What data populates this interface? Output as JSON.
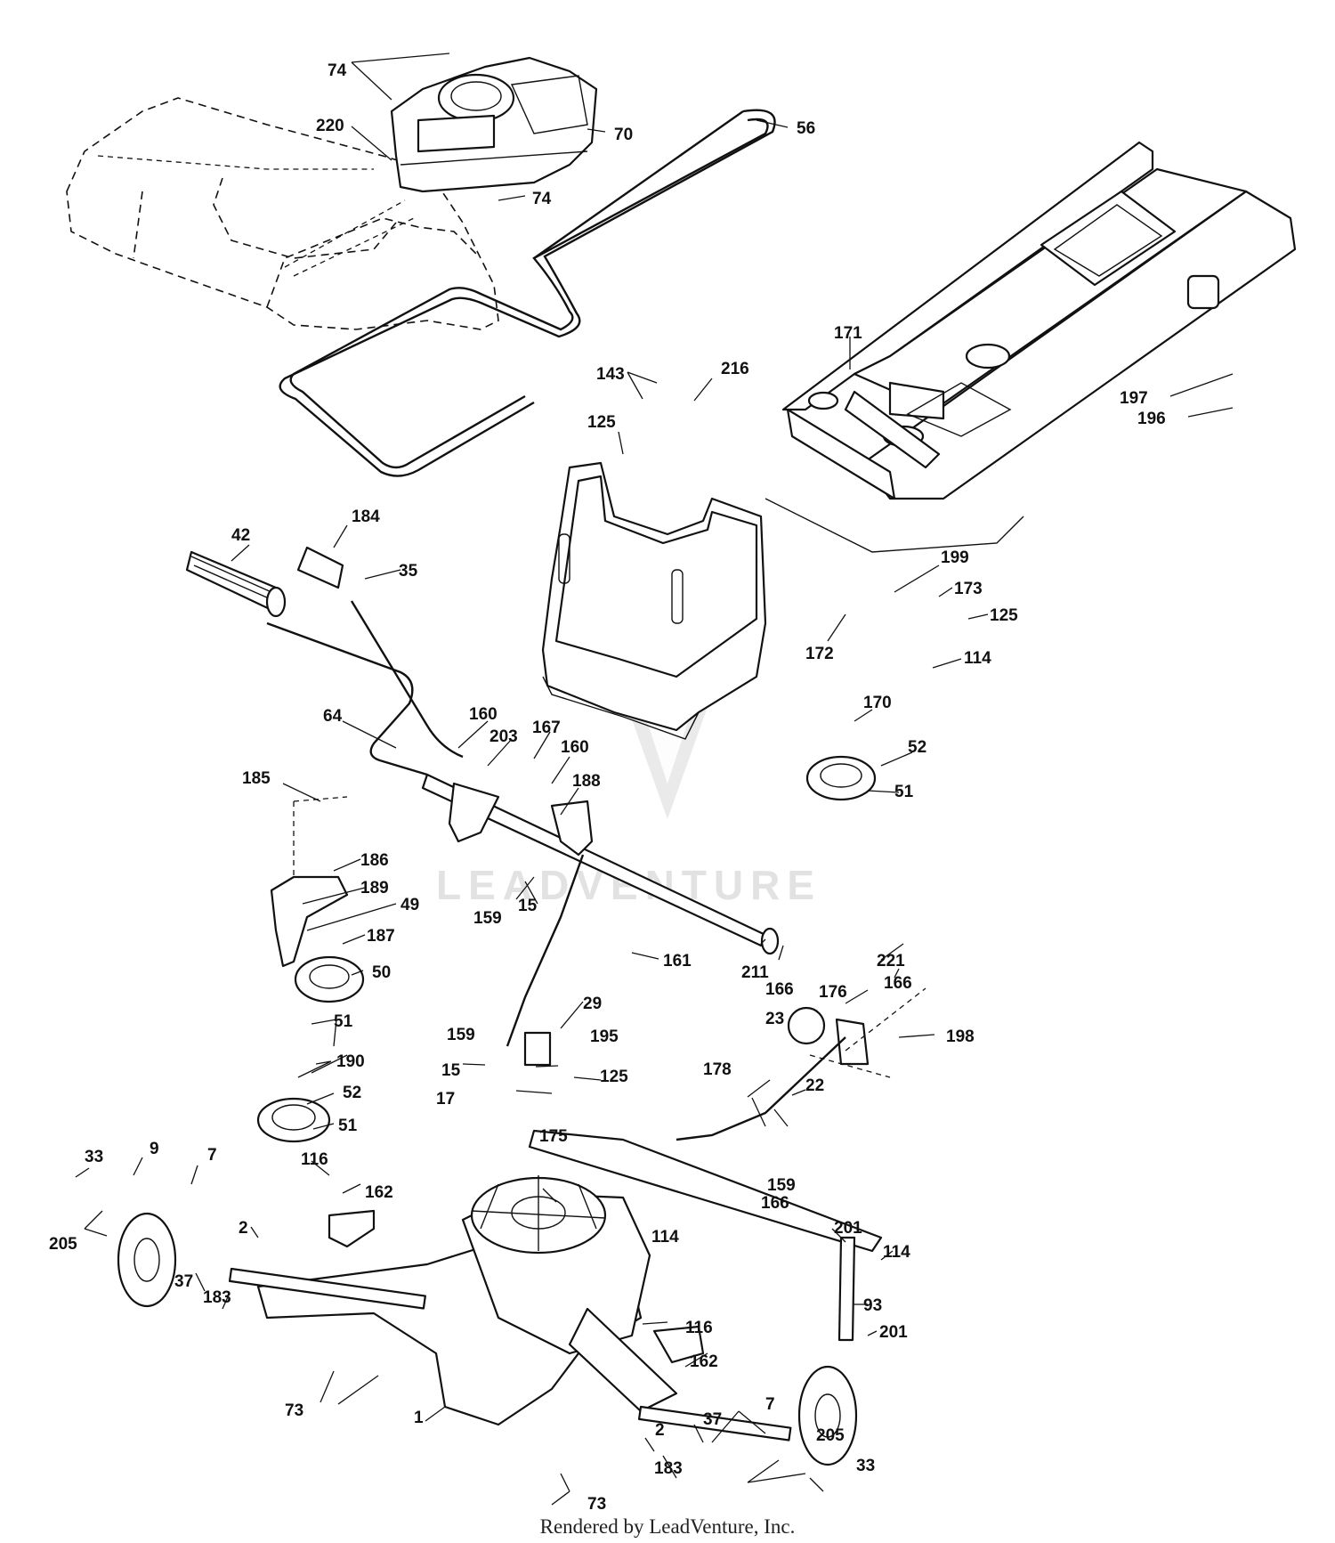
{
  "diagram": {
    "watermark": {
      "brand": "LEADVENTURE"
    },
    "footer": {
      "text": "Rendered by LeadVenture, Inc."
    },
    "labels": [
      "74",
      "220",
      "70",
      "56",
      "74",
      "171",
      "143",
      "216",
      "197",
      "196",
      "125",
      "184",
      "42",
      "35",
      "199",
      "173",
      "125",
      "172",
      "114",
      "170",
      "52",
      "51",
      "64",
      "160",
      "203",
      "167",
      "160",
      "188",
      "185",
      "186",
      "189",
      "49",
      "187",
      "50",
      "51",
      "190",
      "52",
      "51",
      "159",
      "15",
      "161",
      "211",
      "166",
      "221",
      "166",
      "176",
      "23",
      "198",
      "29",
      "159",
      "195",
      "15",
      "125",
      "17",
      "178",
      "22",
      "33",
      "9",
      "7",
      "205",
      "116",
      "162",
      "175",
      "159",
      "166",
      "37",
      "183",
      "2",
      "114",
      "201",
      "114",
      "93",
      "116",
      "162",
      "201",
      "73",
      "1",
      "2",
      "37",
      "7",
      "205",
      "183",
      "33",
      "73"
    ]
  }
}
